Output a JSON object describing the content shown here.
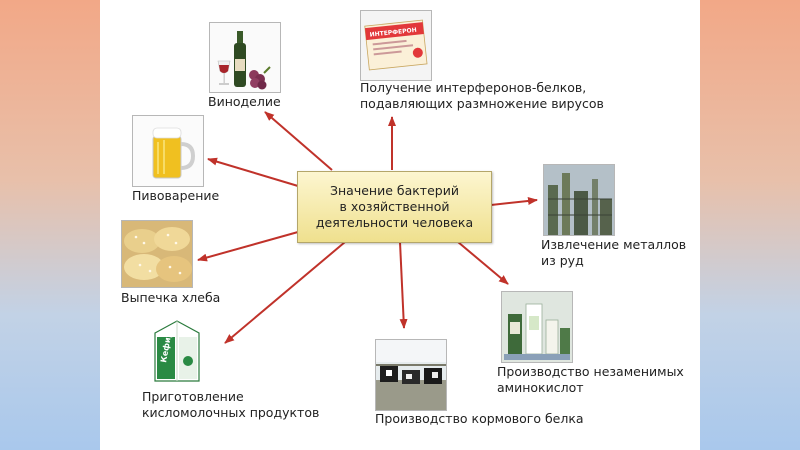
{
  "center": {
    "text": "Значение бактерий\nв хозяйственной\nдеятельности человека"
  },
  "uses": {
    "winemaking": "Виноделие",
    "interferon": "Получение интерферонов-белков,\nподавляющих размножение вирусов",
    "brewing": "Пивоварение",
    "metals": "Извлечение металлов\nиз руд",
    "bread": "Выпечка хлеба",
    "amino": "Производство незаменимых\nаминокислот",
    "dairy": "Приготовление\nкисломолочных продуктов",
    "feed": "Производство кормового белка"
  },
  "images": {
    "interferon_package_text": "ИНТЕРФЕРОН",
    "kefir_carton_text": "Кефир"
  },
  "colors": {
    "arrow": "#c0322a",
    "side_top": "#f2a887",
    "side_bottom": "#a9c8ec",
    "center_fill": "#f4e8a8"
  }
}
